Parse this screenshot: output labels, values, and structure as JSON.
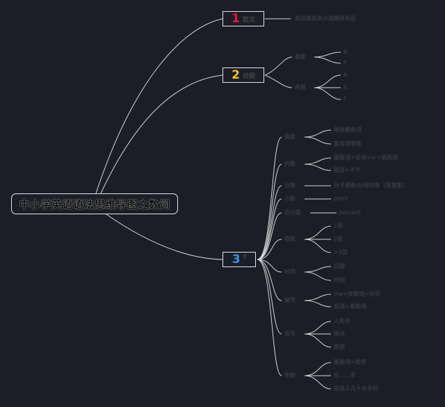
{
  "root": {
    "title": "中小学英语语法思维导图之数词"
  },
  "sections": [
    {
      "number": "1",
      "label": "定义",
      "color": "#e8173b"
    },
    {
      "number": "2",
      "label": "分类",
      "color": "#f0c419"
    },
    {
      "number": "3",
      "label": "K",
      "color": "#2e9bd6"
    }
  ],
  "definition": {
    "text": "表示数目多少或顺序先后"
  },
  "classification": {
    "groups": [
      {
        "label": "基数",
        "items": [
          "A",
          "F"
        ]
      },
      {
        "label": "序数",
        "items": [
          "A",
          "K",
          "F"
        ]
      }
    ]
  },
  "usage": {
    "groups": [
      {
        "label": "整数",
        "items": [
          "单数量数词",
          "复合词单数"
        ]
      },
      {
        "label": "约数",
        "items": [
          "基数词+名词+or+基数词",
          "数目+于个"
        ]
      },
      {
        "label": "分数",
        "items": [
          "分子基数/分母序数（有复数）"
        ]
      },
      {
        "label": "小数",
        "items": [
          "point"
        ]
      },
      {
        "label": "百分数",
        "items": [
          "percent"
        ]
      },
      {
        "label": "倍数",
        "items": [
          "1倍",
          "2倍",
          ">3倍"
        ]
      },
      {
        "label": "时间",
        "items": [
          "日期",
          "时刻"
        ]
      },
      {
        "label": "编号",
        "items": [
          "the+序数词+名词",
          "名词+基数词"
        ]
      },
      {
        "label": "货币",
        "items": [
          "人民币",
          "美元",
          "英镑"
        ]
      },
      {
        "label": "年龄",
        "items": [
          "基数词+数字",
          "在……岁",
          "在某人几十多岁时"
        ]
      }
    ]
  }
}
